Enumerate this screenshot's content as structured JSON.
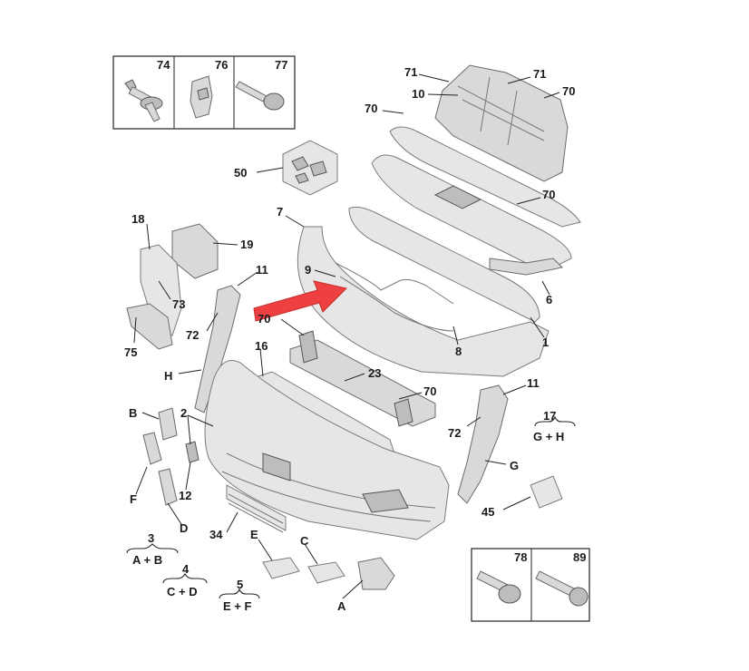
{
  "callouts": {
    "c74": "74",
    "c76": "76",
    "c77": "77",
    "c71a": "71",
    "c71b": "71",
    "c10": "10",
    "c70a": "70",
    "c70b": "70",
    "c70c": "70",
    "c50": "50",
    "c7": "7",
    "c18": "18",
    "c19": "19",
    "c11a": "11",
    "c9": "9",
    "c6": "6",
    "c73": "73",
    "c72a": "72",
    "c70d": "70",
    "c75": "75",
    "c16": "16",
    "c8": "8",
    "c1": "1",
    "cH": "H",
    "c23": "23",
    "c70e": "70",
    "c11b": "11",
    "cB": "B",
    "c2": "2",
    "c72b": "72",
    "c17": "17",
    "cGH": "G + H",
    "cG": "G",
    "cF": "F",
    "c12": "12",
    "c45": "45",
    "cD": "D",
    "c34": "34",
    "cE": "E",
    "cC": "C",
    "c3": "3",
    "cAB": "A + B",
    "c78": "78",
    "c89": "89",
    "c4": "4",
    "cCD": "C + D",
    "c5": "5",
    "cEF": "E + F",
    "cA": "A"
  },
  "colors": {
    "arrow": "#ee4040",
    "part": "#d9d9d9",
    "line": "#222222"
  },
  "icons": [
    "screw-74-icon",
    "clip-76-icon",
    "bolt-77-icon",
    "bolt-78-icon",
    "bolt-89-icon",
    "clip-kit-50-icon"
  ]
}
